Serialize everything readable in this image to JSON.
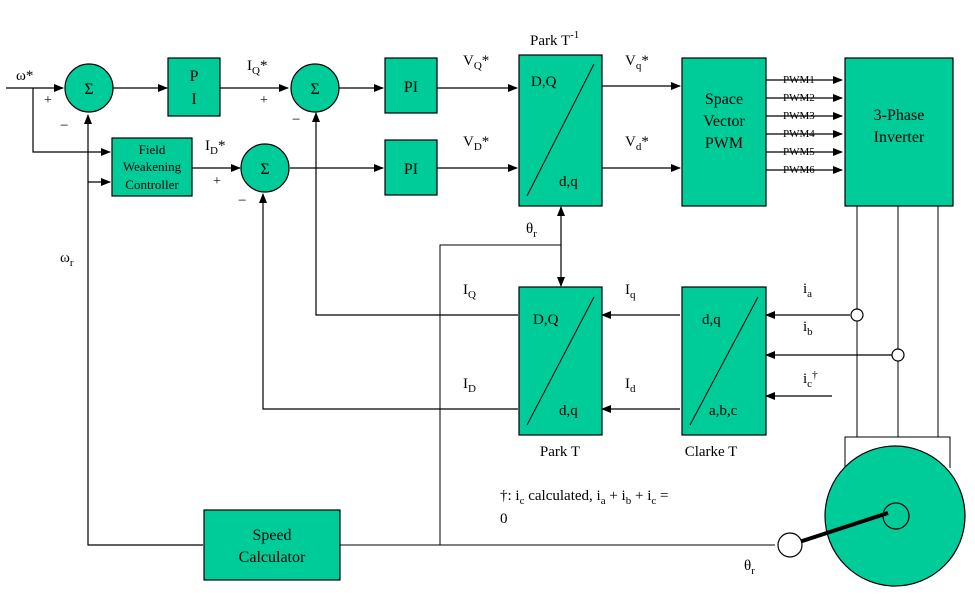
{
  "inputs": {
    "omega_ref": "ω*",
    "omega_r_main": "ω",
    "omega_r_sub": "r"
  },
  "signs": {
    "plus": "+",
    "minus": "−"
  },
  "sum_symbol": "Σ",
  "blocks": {
    "pi_speed": [
      "P",
      "I"
    ],
    "pi_label": "PI",
    "field_weakening": [
      "Field",
      "Weakening",
      "Controller"
    ],
    "park_inv_title_main": "Park T",
    "park_inv_title_sup": "-1",
    "park_inv_top": "D,Q",
    "park_inv_bottom": "d,q",
    "svpwm": [
      "Space",
      "Vector",
      "PWM"
    ],
    "inverter": [
      "3-Phase",
      "Inverter"
    ],
    "park_top": "D,Q",
    "park_bottom": "d,q",
    "park_title": "Park T",
    "clarke_top": "d,q",
    "clarke_bottom": "a,b,c",
    "clarke_title": "Clarke T",
    "speed_calc": [
      "Speed",
      "Calculator"
    ]
  },
  "pwm": [
    "PWM1",
    "PWM2",
    "PWM3",
    "PWM4",
    "PWM5",
    "PWM6"
  ],
  "signals": {
    "IQ_ref": {
      "main": "I",
      "sub": "Q",
      "sup": "*"
    },
    "ID_ref": {
      "main": "I",
      "sub": "D",
      "sup": "*"
    },
    "VQ_ref": {
      "main": "V",
      "sub": "Q",
      "sup": "*"
    },
    "VD_ref": {
      "main": "V",
      "sub": "D",
      "sup": "*"
    },
    "Vq_ref": {
      "main": "V",
      "sub": "q",
      "sup": "*"
    },
    "Vd_ref": {
      "main": "V",
      "sub": "d",
      "sup": "*"
    },
    "theta_r": {
      "main": "θ",
      "sub": "r"
    },
    "IQ": {
      "main": "I",
      "sub": "Q"
    },
    "ID": {
      "main": "I",
      "sub": "D"
    },
    "Iq": {
      "main": "I",
      "sub": "q"
    },
    "Id": {
      "main": "I",
      "sub": "d"
    },
    "ia": {
      "main": "i",
      "sub": "a"
    },
    "ib": {
      "main": "i",
      "sub": "b"
    },
    "ic": {
      "main": "i",
      "sub": "c",
      "sup": "†"
    }
  },
  "footnote": {
    "line1_a": "†: i",
    "line1_sub_c": "c",
    "line1_b": " calculated,  i",
    "line1_sub_a": "a",
    "line1_c": " + i",
    "line1_sub_b": "b",
    "line1_d": " + i",
    "line1_sub_c2": "c",
    "line1_e": " =",
    "line2": "0"
  }
}
